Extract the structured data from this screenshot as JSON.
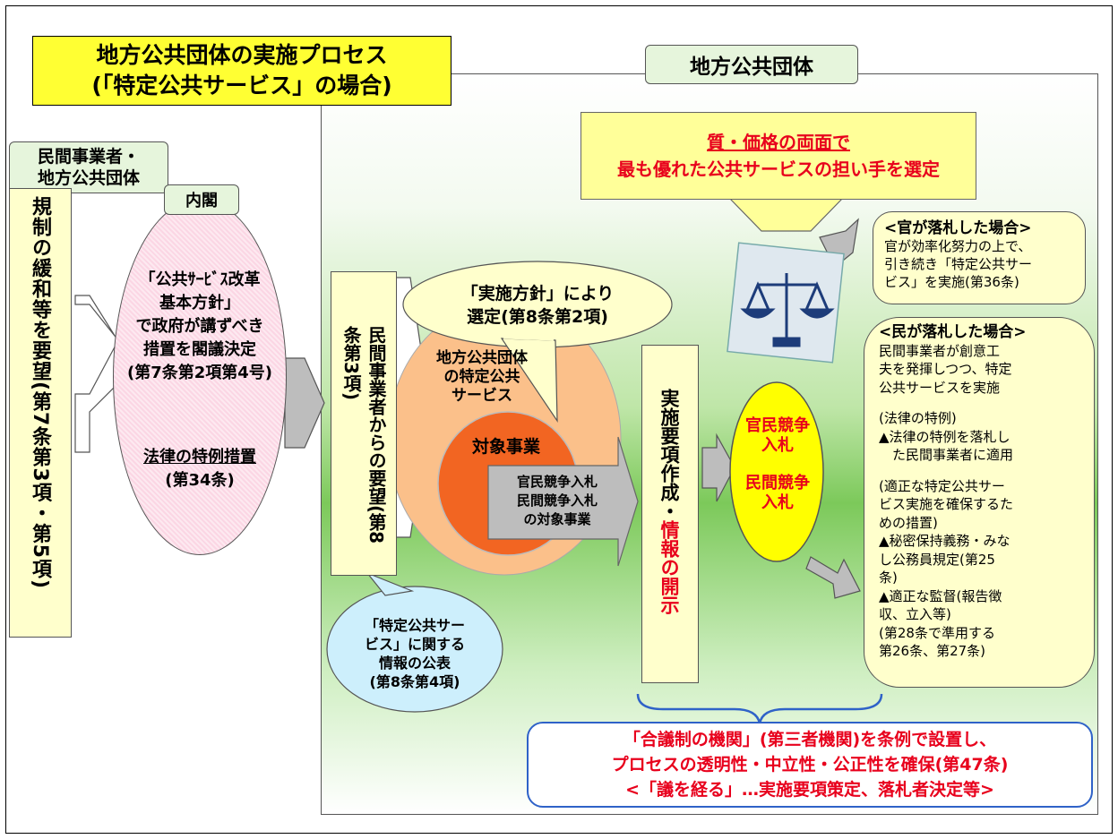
{
  "title": {
    "line1": "地方公共団体の実施プロセス",
    "line2": "(「特定公共サービス」の場合)"
  },
  "local_gov_label": "地方公共団体",
  "private_local_label": {
    "line1": "民間事業者・",
    "line2": "地方公共団体"
  },
  "request_vertical": "規制の緩和等を要望(第7条第3項・第5項)",
  "cabinet": {
    "label": "内閣",
    "line1": "「公共ｻｰﾋﾞｽ改革",
    "line2": "基本方針」",
    "line3": "で政府が講ずべき",
    "line4": "措置を閣議決定",
    "line5": "(第7条第2項第4号)",
    "special1": "法律の特例措置",
    "special2": "(第34条)"
  },
  "private_request_vertical": "民間事業者からの要望(第8条第3項)",
  "info_publish": {
    "line1": "「特定公共サー",
    "line2": "ビス」に関する",
    "line3": "情報の公表",
    "line4": "(第8条第4項)"
  },
  "selection_callout": {
    "line1": "「実施方針」により",
    "line2": "選定(第8条第2項)"
  },
  "service_circle": {
    "line1": "地方公共団体",
    "line2": "の特定公共",
    "line3": "サービス"
  },
  "target_business": "対象事業",
  "bidding_arrow": {
    "line1": "官民競争入札",
    "line2": "民間競争入札",
    "line3": "の対象事業"
  },
  "guideline_vertical_black": "実施要項作成・",
  "guideline_vertical_red": "情報の開示",
  "best_selection": {
    "line1": "質・価格の両面で",
    "line2": "最も優れた公共サービスの担い手を選定"
  },
  "bidding_circle": {
    "line1": "官民競争",
    "line2": "入札",
    "line3": "民間競争",
    "line4": "入札"
  },
  "gov_wins": {
    "title": "<官が落札した場合>",
    "line1": "官が効率化努力の上で、",
    "line2": "引き続き「特定公共サー",
    "line3": "ビス」を実施(第36条)"
  },
  "private_wins": {
    "title": "<民が落札した場合>",
    "lines": [
      "民間事業者が創意工",
      "夫を発揮しつつ、特定",
      "公共サービスを実施",
      "",
      "(法律の特例)",
      "▲法律の特例を落札し",
      "　た民間事業者に適用",
      "",
      "(適正な特定公共サー",
      "ビス実施を確保するた",
      "めの措置)",
      "▲秘密保持義務・みな",
      "し公務員規定(第25",
      "条)",
      "▲適正な監督(報告徴",
      "収、立入等)",
      "(第28条で準用する",
      "第26条、第27条)"
    ]
  },
  "council": {
    "line1": "「合議制の機関」(第三者機関)を条例で設置し、",
    "line2": "プロセスの透明性・中立性・公正性を確保(第47条)",
    "line3": "<「議を経る」…実施要項策定、落札者決定等>"
  },
  "colors": {
    "title_bg": "#ffff33",
    "red": "#e8001c",
    "bidding_circle": "#ffff00",
    "target_core": "#f26522",
    "outer_circle": "#fbc08a",
    "arrow_gray": "#bdbdbd",
    "blue_arrow": "#2f62c8"
  }
}
